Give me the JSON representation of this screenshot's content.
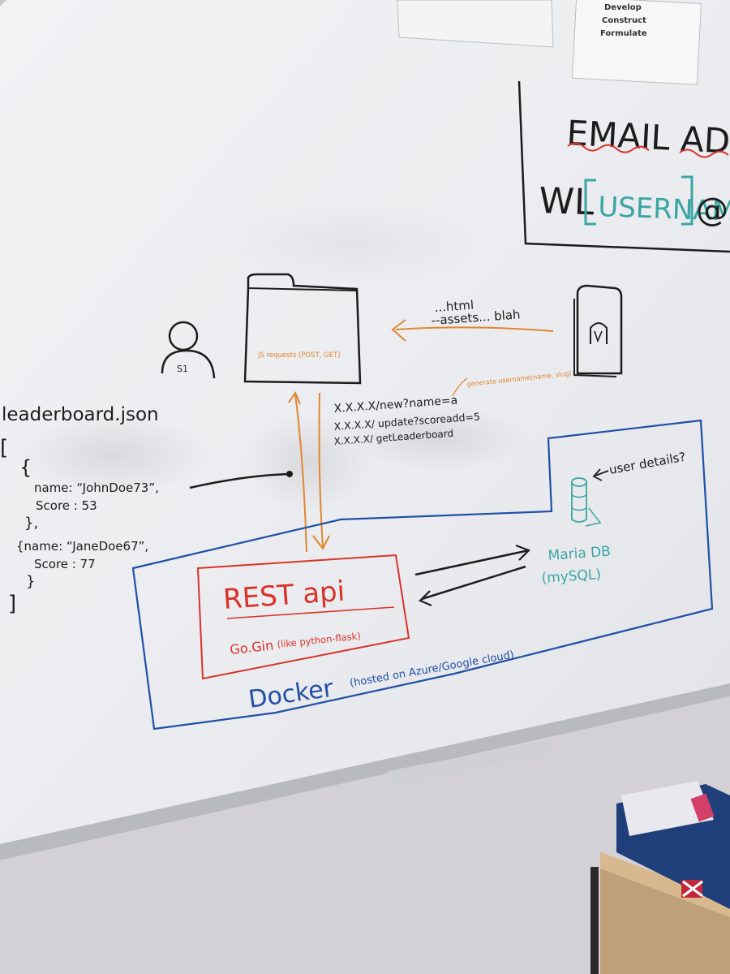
{
  "poster": {
    "line1": "Develop",
    "line2": "Construct",
    "line3": "Formulate"
  },
  "email_box": {
    "title": "EMAIL ADDR",
    "prefix": "WL",
    "username": "USERNAME",
    "suffix": "@GL"
  },
  "client": {
    "user_label": "S1",
    "folder_text": "JS requests (POST, GET)"
  },
  "assets_note": {
    "line1": "...html",
    "line2": "--assets... blah"
  },
  "generate_note": "generate username(name, slug)",
  "endpoints": [
    "X.X.X.X/new?name=a",
    "X.X.X.X/ update?scoreadd=5",
    "X.X.X.X/ getLeaderboard"
  ],
  "leaderboard": {
    "title": "leaderboard.json",
    "open_bracket": "[",
    "open_brace1": "{",
    "entry1_name": "name: “JohnDoe73”,",
    "entry1_score": "Score : 53",
    "close_brace1": "},",
    "entry2_name": "{name: “JaneDoe67”,",
    "entry2_score": "Score : 77",
    "close_brace2": "}",
    "close_bracket": "]"
  },
  "database": {
    "question": "user details?",
    "name": "Maria DB",
    "engine": "(mySQL)"
  },
  "rest": {
    "title": "REST api",
    "framework": "Go.Gin",
    "note": "(like python-flask)"
  },
  "docker": {
    "label": "Docker",
    "note": "(hosted on Azure/Google cloud)"
  },
  "colors": {
    "marker_black": "#1c1c1c",
    "marker_orange": "#e0862e",
    "marker_red": "#d8322b",
    "marker_blue": "#1f4fa6",
    "marker_teal": "#3aa6a4",
    "whiteboard": "#eef0f2"
  }
}
